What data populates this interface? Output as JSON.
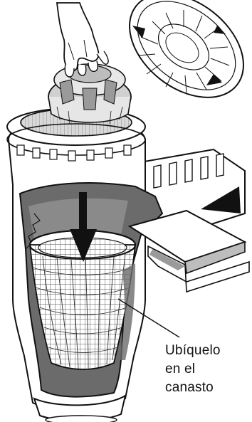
{
  "caption": {
    "line1": "Ubíquelo",
    "line2": "en el",
    "line3": "canasto"
  },
  "colors": {
    "stroke": "#111111",
    "light_fill": "#ffffff",
    "gray_fill": "#bdbdbd",
    "dark_fill": "#6b6b6b",
    "mid_fill": "#9a9a9a"
  }
}
